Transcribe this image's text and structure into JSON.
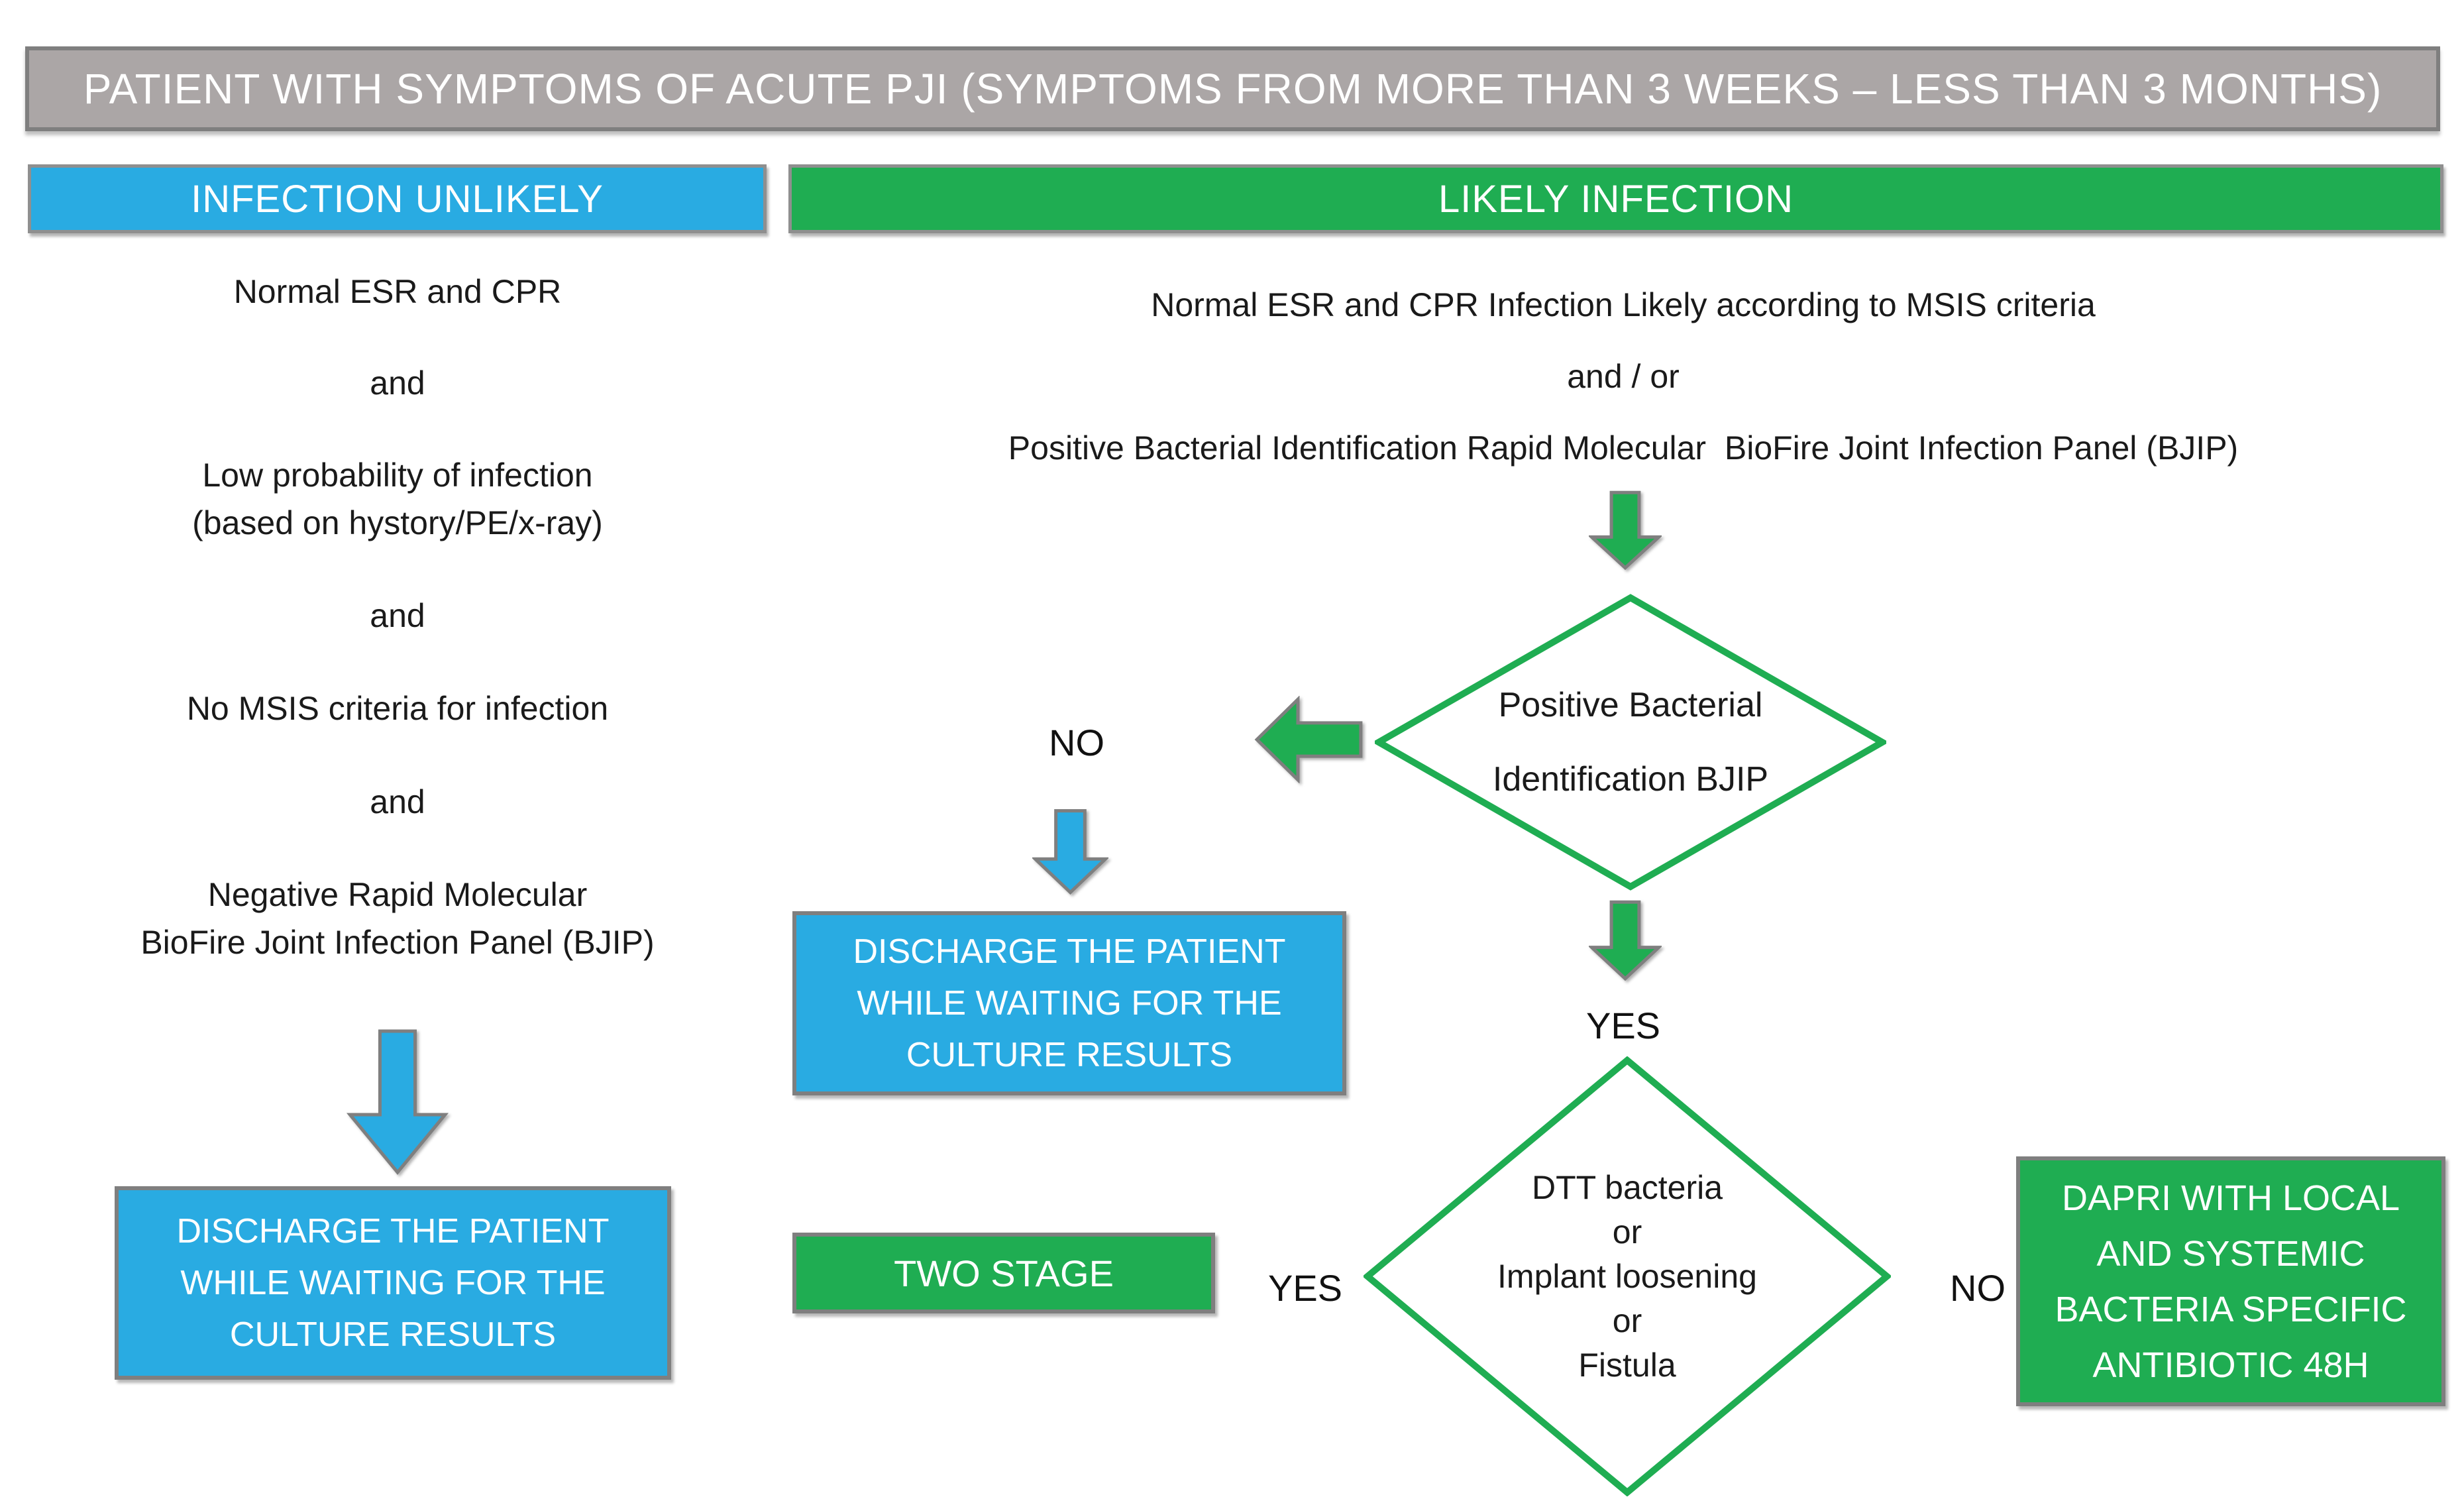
{
  "colors": {
    "blue": "#29abe2",
    "green": "#1fad52",
    "banner_gray": "#aba6a6",
    "border_gray": "#7f7f7f"
  },
  "banner": {
    "title": "PATIENT WITH SYMPTOMS OF ACUTE PJI (SYMPTOMS FROM MORE THAN 3 WEEKS – LESS THAN 3 MONTHS)"
  },
  "left_branch": {
    "header": "INFECTION UNLIKELY",
    "criteria": [
      {
        "l1": "Normal ESR and CPR"
      },
      {
        "l1": "and"
      },
      {
        "l1": "Low probability of infection",
        "l2": "(based on hystory/PE/x-ray)"
      },
      {
        "l1": "and"
      },
      {
        "l1": "No MSIS criteria for infection"
      },
      {
        "l1": "and"
      },
      {
        "l1": "Negative Rapid Molecular",
        "l2": "BioFire Joint Infection Panel (BJIP)"
      }
    ],
    "outcome_box": {
      "l1": "DISCHARGE THE PATIENT",
      "l2": "WHILE WAITING FOR THE",
      "l3": "CULTURE RESULTS"
    }
  },
  "right_branch": {
    "header": "LIKELY INFECTION",
    "criteria": {
      "line1": "Normal ESR and CPR Infection Likely according to MSIS criteria",
      "line2": "and / or",
      "line3": "Positive Bacterial Identification Rapid Molecular  BioFire Joint Infection Panel (BJIP)"
    },
    "decision1": {
      "line1": "Positive Bacterial",
      "line2": "Identification BJIP",
      "no_label": "NO",
      "yes_label": "YES"
    },
    "discharge_box": {
      "l1": "DISCHARGE THE PATIENT",
      "l2": "WHILE WAITING FOR THE",
      "l3": "CULTURE RESULTS"
    },
    "two_stage_box": {
      "label": "TWO STAGE"
    },
    "decision2": {
      "line1": "DTT bacteria",
      "line2": "or",
      "line3": "Implant loosening",
      "line4": "or",
      "line5": "Fistula",
      "yes_label": "YES",
      "no_label": "NO"
    },
    "dapri_box": {
      "l1": "DAPRI WITH LOCAL",
      "l2": "AND SYSTEMIC",
      "l3": "BACTERIA SPECIFIC",
      "l4": "ANTIBIOTIC 48H"
    }
  }
}
